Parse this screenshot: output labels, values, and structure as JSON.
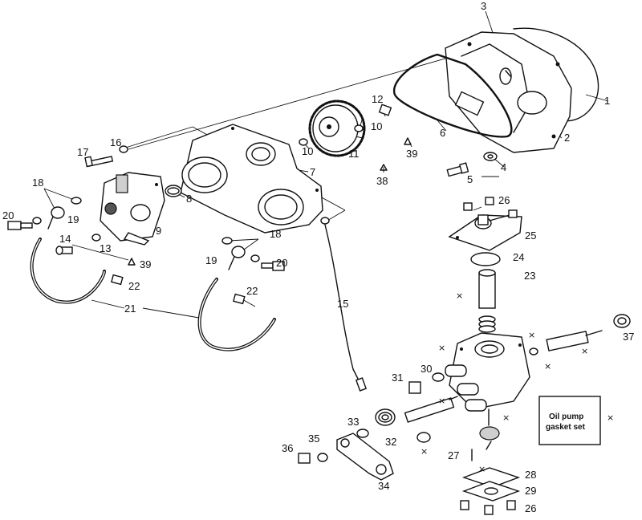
{
  "diagram": {
    "callouts": [
      {
        "id": "c1",
        "label": "1"
      },
      {
        "id": "c2",
        "label": "2"
      },
      {
        "id": "c3",
        "label": "3"
      },
      {
        "id": "c4",
        "label": "4"
      },
      {
        "id": "c5",
        "label": "5"
      },
      {
        "id": "c6",
        "label": "6"
      },
      {
        "id": "c7",
        "label": "7"
      },
      {
        "id": "c8",
        "label": "8"
      },
      {
        "id": "c9",
        "label": "9"
      },
      {
        "id": "c10a",
        "label": "10"
      },
      {
        "id": "c10b",
        "label": "10"
      },
      {
        "id": "c11",
        "label": "11"
      },
      {
        "id": "c12",
        "label": "12"
      },
      {
        "id": "c13",
        "label": "13"
      },
      {
        "id": "c14",
        "label": "14"
      },
      {
        "id": "c15",
        "label": "15"
      },
      {
        "id": "c16",
        "label": "16"
      },
      {
        "id": "c17",
        "label": "17"
      },
      {
        "id": "c18a",
        "label": "18"
      },
      {
        "id": "c18b",
        "label": "18"
      },
      {
        "id": "c19a",
        "label": "19"
      },
      {
        "id": "c19b",
        "label": "19"
      },
      {
        "id": "c20a",
        "label": "20"
      },
      {
        "id": "c20b",
        "label": "20"
      },
      {
        "id": "c21",
        "label": "21"
      },
      {
        "id": "c22a",
        "label": "22"
      },
      {
        "id": "c22b",
        "label": "22"
      },
      {
        "id": "c23",
        "label": "23"
      },
      {
        "id": "c24",
        "label": "24"
      },
      {
        "id": "c25",
        "label": "25"
      },
      {
        "id": "c26a",
        "label": "26"
      },
      {
        "id": "c26b",
        "label": "26"
      },
      {
        "id": "c27",
        "label": "27"
      },
      {
        "id": "c28",
        "label": "28"
      },
      {
        "id": "c29",
        "label": "29"
      },
      {
        "id": "c30",
        "label": "30"
      },
      {
        "id": "c31",
        "label": "31"
      },
      {
        "id": "c32",
        "label": "32"
      },
      {
        "id": "c33",
        "label": "33"
      },
      {
        "id": "c34",
        "label": "34"
      },
      {
        "id": "c35",
        "label": "35"
      },
      {
        "id": "c36",
        "label": "36"
      },
      {
        "id": "c37",
        "label": "37"
      },
      {
        "id": "c38",
        "label": "38"
      },
      {
        "id": "c39a",
        "label": "39"
      },
      {
        "id": "c39b",
        "label": "39"
      }
    ],
    "kit_mark": "×",
    "kit_label_line1": "Oil pump",
    "kit_label_line2": "gasket set"
  }
}
